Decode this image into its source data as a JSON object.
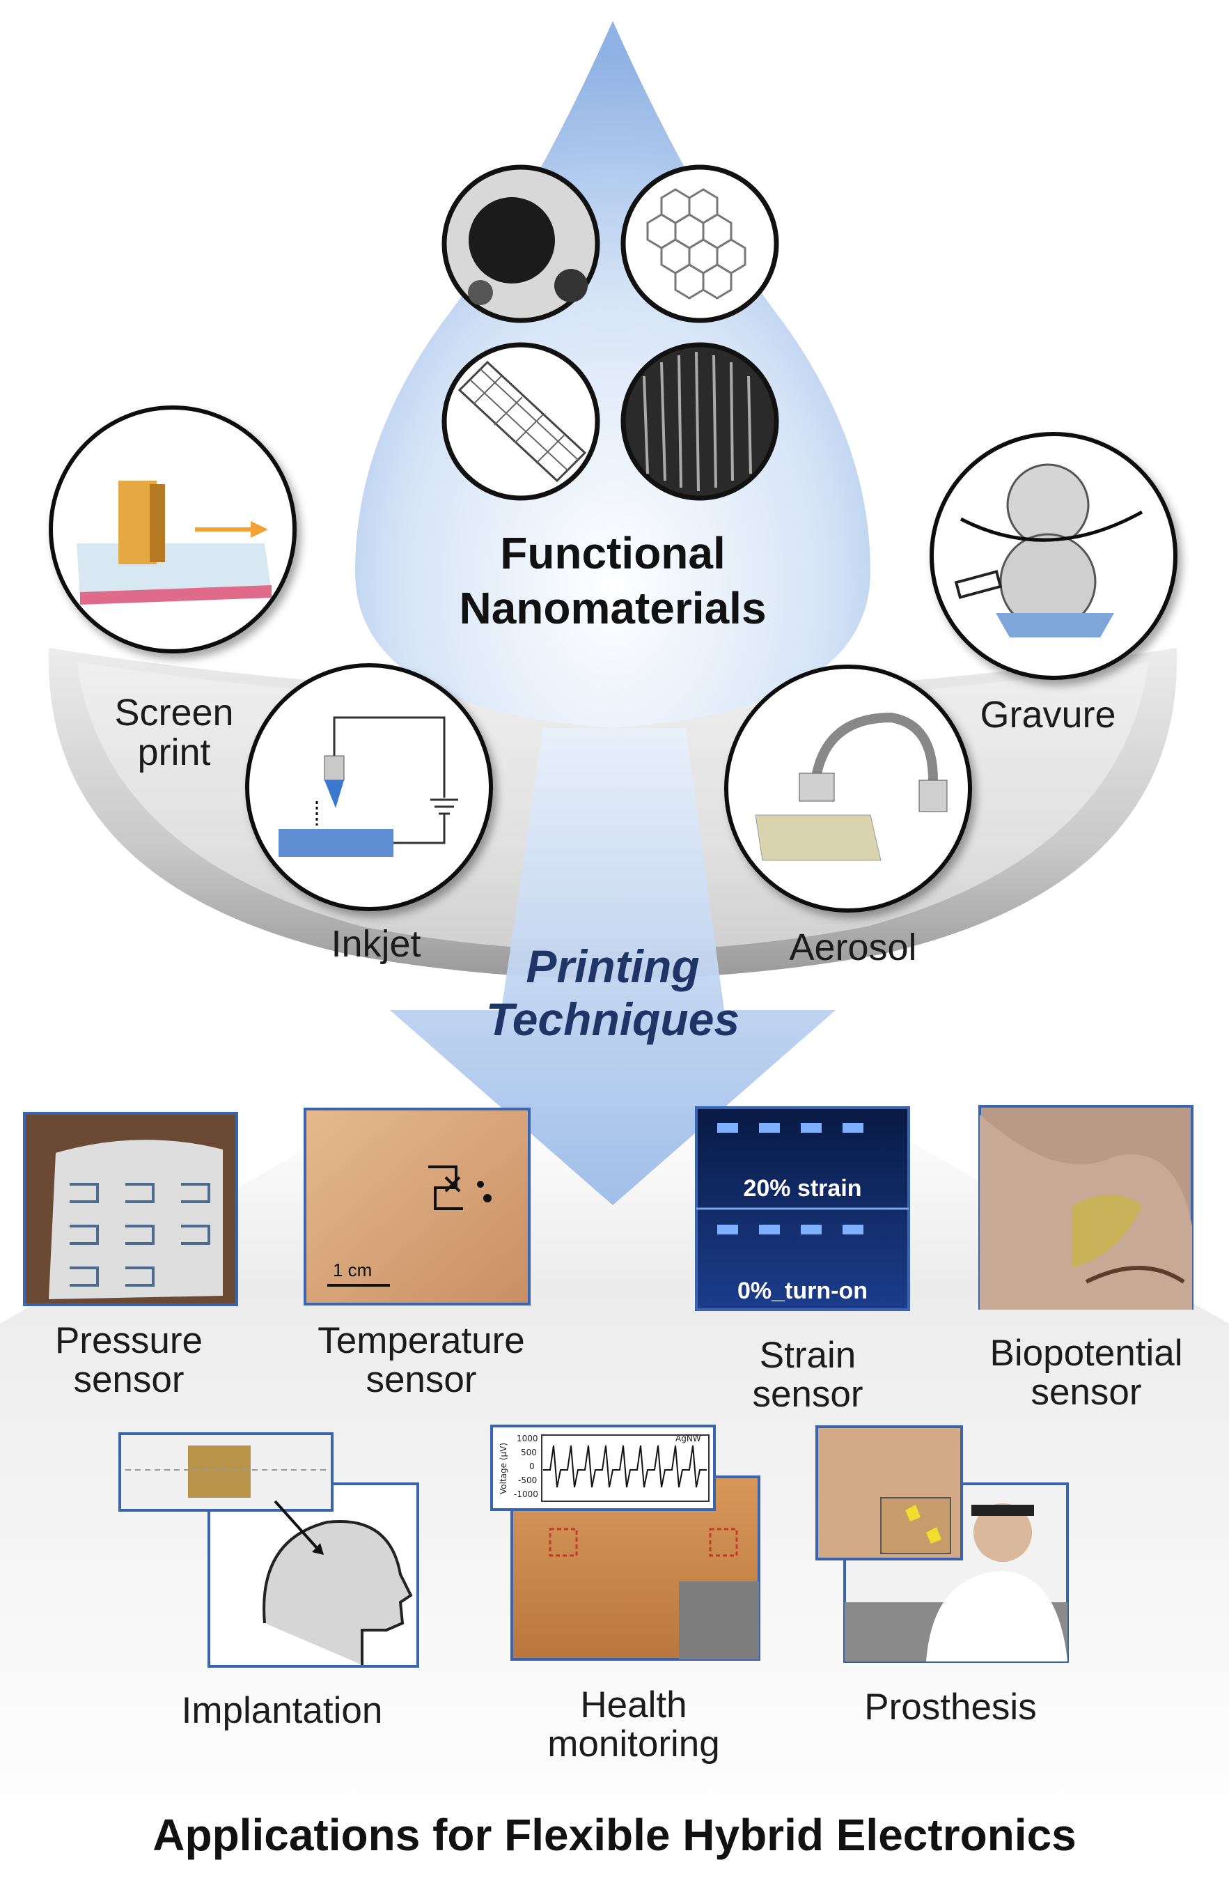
{
  "top": {
    "title_line1": "Functional",
    "title_line2": "Nanomaterials"
  },
  "center": {
    "line1": "Printing",
    "line2": "Techniques"
  },
  "techniques": [
    {
      "label": "Screen\nprint"
    },
    {
      "label": "Inkjet"
    },
    {
      "label": "Aerosol"
    },
    {
      "label": "Gravure"
    }
  ],
  "applications_row1": [
    {
      "label": "Pressure\nsensor"
    },
    {
      "label": "Temperature\nsensor"
    },
    {
      "label": "Strain\nsensor"
    },
    {
      "label": "Biopotential\nsensor"
    }
  ],
  "applications_row2": [
    {
      "label": "Implantation"
    },
    {
      "label": "Health\nmonitoring"
    },
    {
      "label": "Prosthesis"
    }
  ],
  "photo_text": {
    "scale_bar": "1 cm",
    "strain_top": "20% strain",
    "strain_bottom": "0%_turn-on",
    "plot_legend": "AgNW",
    "plot_ylabel": "Voltage (μV)",
    "plot_yticks": [
      "1000",
      "500",
      "0",
      "-500",
      "-1000"
    ]
  },
  "footer": {
    "title": "Applications for Flexible Hybrid Electronics"
  },
  "colors": {
    "drop_blue": "#9dbde8",
    "arrow_blue": "#b3ccef",
    "title_navy": "#1f3566",
    "frame_blue": "#3b64b0"
  }
}
